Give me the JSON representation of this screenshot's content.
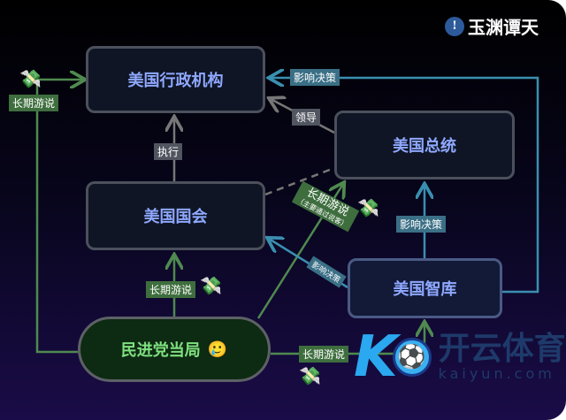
{
  "logo": {
    "text": "玉渊谭天",
    "icon": "exclamation-badge-icon"
  },
  "nodes": {
    "executive": "美国行政机构",
    "president": "美国总统",
    "congress": "美国国会",
    "thinktank": "美国智库",
    "dpp": "民进党当局",
    "dpp_emoji": "🥲"
  },
  "edges": {
    "execute": "执行",
    "lead": "领导",
    "influence_top": "影响决策",
    "influence_right": "影响决策",
    "influence_diag": "影响决策",
    "lobby_left": "长期游说",
    "lobby_congress": "长期游说",
    "lobby_president": "长期游说",
    "lobby_president_note": "（主要通过说客）",
    "lobby_thinktank": "长期游说"
  },
  "watermark": {
    "cn": "开云体育",
    "en": "kaiyun.com"
  },
  "colors": {
    "green": "#3e6e3e",
    "blue": "#3a6f86",
    "node_text": "#8fa8ff"
  }
}
